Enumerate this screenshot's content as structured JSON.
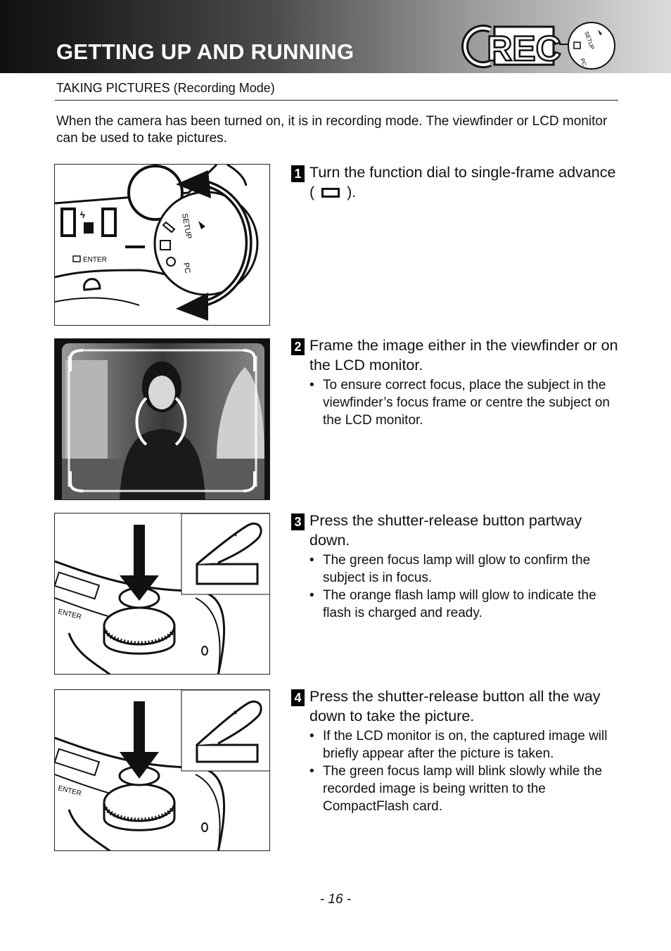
{
  "header": {
    "title": "GETTING UP AND RUNNING",
    "badge_text": "REC",
    "dial_labels": {
      "setup": "SETUP",
      "pc": "PC"
    }
  },
  "subtitle": "TAKING PICTURES (Recording Mode)",
  "intro": "When the camera has been turned on, it is in recording mode. The viewfinder or LCD monitor can be used to take pictures.",
  "figures": {
    "camera_labels": {
      "enter": "ENTER",
      "setup": "SETUP",
      "pc": "PC"
    }
  },
  "steps": [
    {
      "num": "1",
      "text_before": "Turn the function dial to single-frame advance (",
      "text_after": ").",
      "bullets": []
    },
    {
      "num": "2",
      "text": "Frame the image either in the viewfinder or on the LCD monitor.",
      "bullets": [
        "To ensure correct focus, place the subject in the viewfinder’s focus frame or centre the subject on the LCD monitor."
      ]
    },
    {
      "num": "3",
      "text": "Press the shutter-release button partway down.",
      "bullets": [
        "The green focus lamp will glow to confirm the subject is in focus.",
        "The orange flash lamp will glow to indicate the flash is charged and ready."
      ]
    },
    {
      "num": "4",
      "text": "Press the shutter-release button all the way down to take the picture.",
      "bullets": [
        "If the LCD monitor is on, the captured image will briefly appear after the picture is taken.",
        "The green focus lamp will blink slowly while the recorded image is being written to the CompactFlash card."
      ]
    }
  ],
  "page_number": "- 16 -"
}
